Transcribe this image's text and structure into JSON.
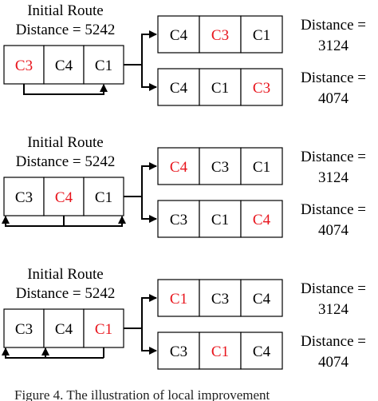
{
  "colors": {
    "highlight": "#e8141c",
    "normal": "#000000"
  },
  "panels": [
    {
      "initial": {
        "title": "Initial Route",
        "distance": "Distance = 5242",
        "cells": [
          {
            "label": "C3",
            "highlight": true
          },
          {
            "label": "C4",
            "highlight": false
          },
          {
            "label": "C1",
            "highlight": false
          }
        ]
      },
      "results": [
        {
          "cells": [
            {
              "label": "C4",
              "highlight": false
            },
            {
              "label": "C3",
              "highlight": true
            },
            {
              "label": "C1",
              "highlight": false
            }
          ],
          "distance_label": "Distance =",
          "distance_value": "3124"
        },
        {
          "cells": [
            {
              "label": "C4",
              "highlight": false
            },
            {
              "label": "C1",
              "highlight": false
            },
            {
              "label": "C3",
              "highlight": true
            }
          ],
          "distance_label": "Distance =",
          "distance_value": "4074"
        }
      ]
    },
    {
      "initial": {
        "title": "Initial Route",
        "distance": "Distance = 5242",
        "cells": [
          {
            "label": "C3",
            "highlight": false
          },
          {
            "label": "C4",
            "highlight": true
          },
          {
            "label": "C1",
            "highlight": false
          }
        ]
      },
      "results": [
        {
          "cells": [
            {
              "label": "C4",
              "highlight": true
            },
            {
              "label": "C3",
              "highlight": false
            },
            {
              "label": "C1",
              "highlight": false
            }
          ],
          "distance_label": "Distance =",
          "distance_value": "3124"
        },
        {
          "cells": [
            {
              "label": "C3",
              "highlight": false
            },
            {
              "label": "C1",
              "highlight": false
            },
            {
              "label": "C4",
              "highlight": true
            }
          ],
          "distance_label": "Distance =",
          "distance_value": "4074"
        }
      ]
    },
    {
      "initial": {
        "title": "Initial Route",
        "distance": "Distance = 5242",
        "cells": [
          {
            "label": "C3",
            "highlight": false
          },
          {
            "label": "C4",
            "highlight": false
          },
          {
            "label": "C1",
            "highlight": true
          }
        ]
      },
      "results": [
        {
          "cells": [
            {
              "label": "C1",
              "highlight": true
            },
            {
              "label": "C3",
              "highlight": false
            },
            {
              "label": "C4",
              "highlight": false
            }
          ],
          "distance_label": "Distance =",
          "distance_value": "3124"
        },
        {
          "cells": [
            {
              "label": "C3",
              "highlight": false
            },
            {
              "label": "C1",
              "highlight": true
            },
            {
              "label": "C4",
              "highlight": false
            }
          ],
          "distance_label": "Distance =",
          "distance_value": "4074"
        }
      ]
    }
  ],
  "caption": "Figure 4. The illustration of local improvement"
}
